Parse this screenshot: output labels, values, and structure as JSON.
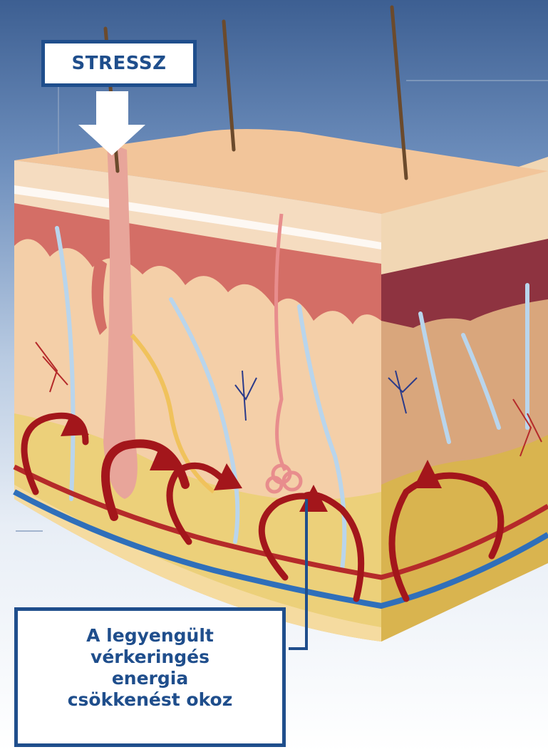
{
  "labels": {
    "stress": "STRESSZ",
    "caption_lines": [
      "A legyengült",
      "vérkeringés",
      "energia",
      "csökkenést okoz"
    ]
  },
  "colors": {
    "label_border": "#1f4e8c",
    "arrow_red": "#a3161b",
    "skin_surface": "#f2c59a",
    "dermis": "#f4cfa8",
    "fat": "#e8c25c",
    "vein": "#2f6fba",
    "artery": "#b52a2a"
  }
}
